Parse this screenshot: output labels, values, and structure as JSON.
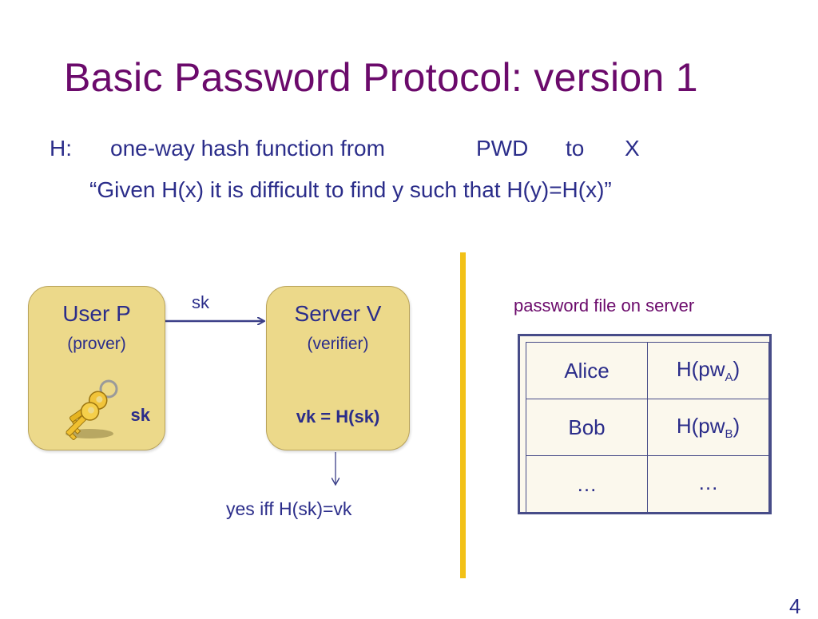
{
  "slide": {
    "title": "Basic Password Protocol:  version 1",
    "page_number": "4"
  },
  "definition": {
    "h_label": "H:",
    "description": "one-way hash function from",
    "domain": "PWD",
    "to_word": "to",
    "range": "X",
    "quote": "“Given  H(x)   it is difficult to find y such that  H(y)=H(x)”"
  },
  "user_box": {
    "title": "User  P",
    "subtitle": "(prover)",
    "secret": "sk",
    "icon": "keys-icon"
  },
  "arrow": {
    "label": "sk"
  },
  "server_box": {
    "title": "Server V",
    "subtitle": "(verifier)",
    "verification": "vk = H(sk)"
  },
  "result": {
    "text": "yes  iff   H(sk)=vk"
  },
  "password_file": {
    "label": "password file on server",
    "rows": [
      {
        "name": "Alice",
        "hash_prefix": "H(pw",
        "hash_sub": "A",
        "hash_suffix": ")"
      },
      {
        "name": "Bob",
        "hash_prefix": "H(pw",
        "hash_sub": "B",
        "hash_suffix": ")"
      },
      {
        "name": "…",
        "hash_prefix": "…",
        "hash_sub": "",
        "hash_suffix": ""
      }
    ]
  },
  "colors": {
    "title": "#6b0a6b",
    "text": "#2b2d8a",
    "box_fill": "#ecd98a",
    "divider": "#f2c117",
    "table_border": "#474c88"
  }
}
